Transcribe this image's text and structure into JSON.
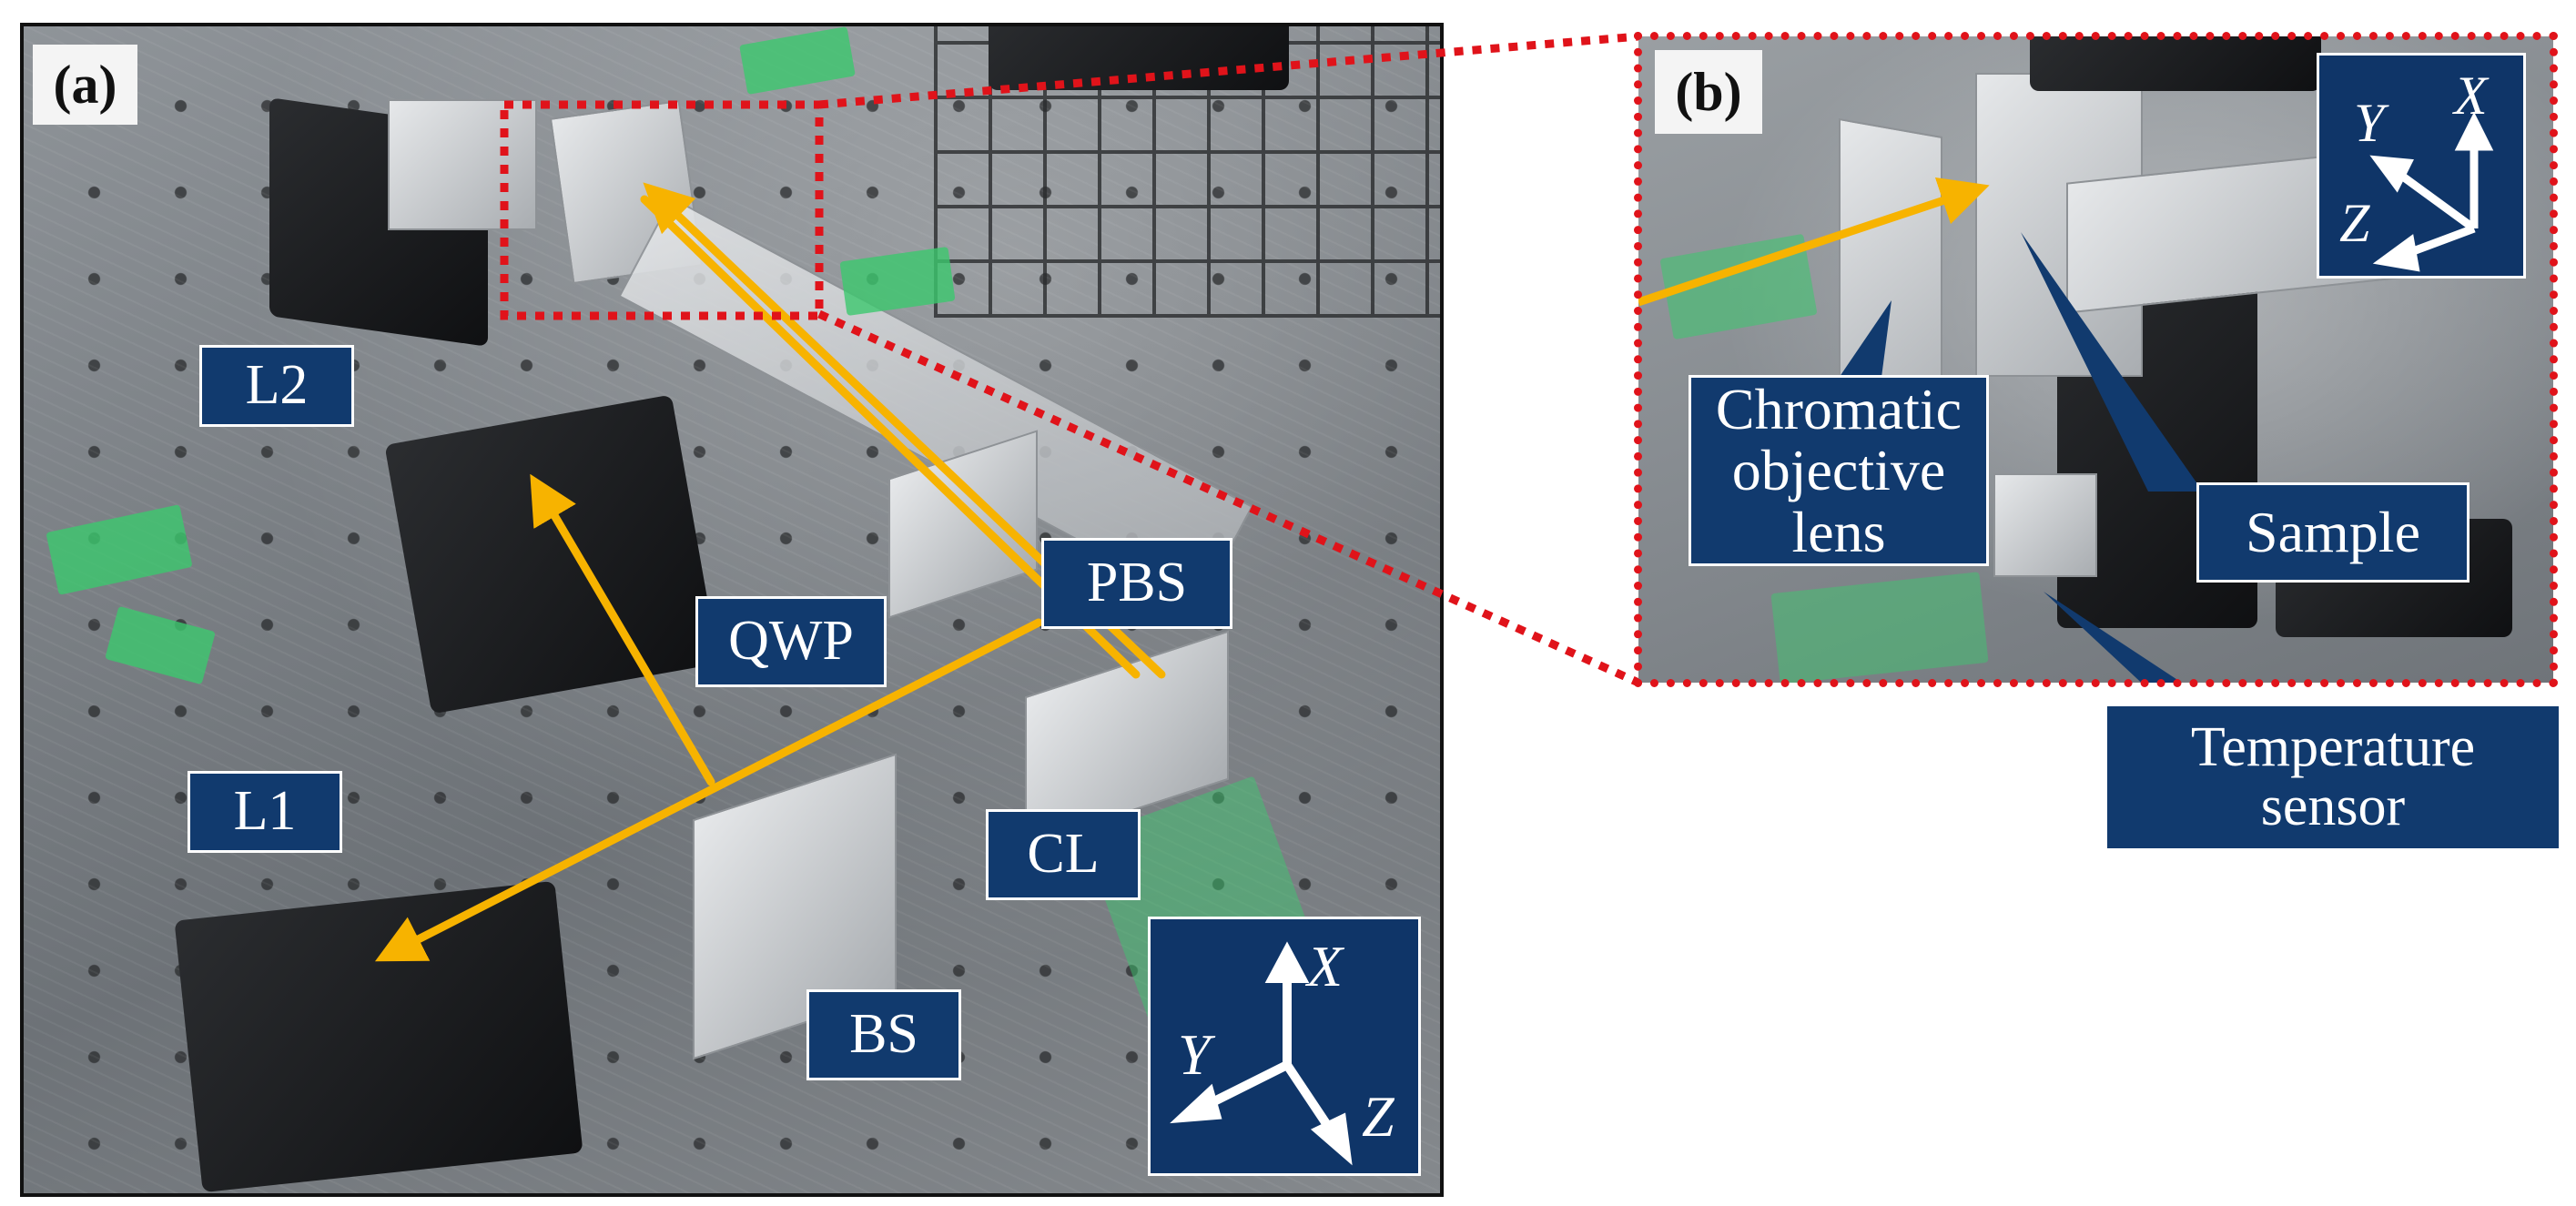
{
  "panel_a": {
    "tag": "(a)",
    "labels": {
      "l2": "L2",
      "l1": "L1",
      "qwp": "QWP",
      "pbs": "PBS",
      "cl": "CL",
      "bs": "BS"
    },
    "axes": {
      "x": "X",
      "y": "Y",
      "z": "Z"
    }
  },
  "panel_b": {
    "tag": "(b)",
    "labels": {
      "lens_line1": "Chromatic",
      "lens_line2": "objective lens",
      "sample": "Sample",
      "temp_line1": "Temperature",
      "temp_line2": "sensor"
    },
    "axes": {
      "x": "X",
      "y": "Y",
      "z": "Z"
    }
  },
  "colors": {
    "label_bg": "#113a6e",
    "beam": "#f7b300",
    "dashed_box": "#e0131a"
  }
}
